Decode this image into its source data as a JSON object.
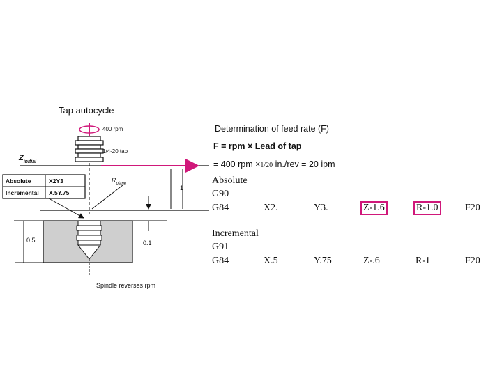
{
  "diagram": {
    "title": "Tap autocycle",
    "spindle_speed": "400 rpm",
    "tap_size": "1/4-20 tap",
    "z_initial": "Z",
    "z_initial_sub": "initial",
    "r_plane": "R",
    "r_plane_sub": "plane",
    "table": [
      {
        "mode": "Absolute",
        "value": "X2Y3"
      },
      {
        "mode": "Incremental",
        "value": "X.5Y.75"
      }
    ],
    "dim_one": "1",
    "dim_depth": "0.5",
    "dim_clearance": "0.1",
    "reverse_label": "Spindle reverses rpm"
  },
  "feed": {
    "heading": "Determination of feed rate (F)",
    "formula": "F = rpm × Lead of tap",
    "result_pre": "= 400 rpm ×",
    "result_lead": "1/20",
    "result_post": "in./rev = 20 ipm"
  },
  "program": {
    "absolute": {
      "title": "Absolute",
      "gcode": "G90",
      "cycle": "G84",
      "x": "X2.",
      "y": "Y3.",
      "z": "Z-1.6",
      "r": "R-1.0",
      "f": "F20"
    },
    "incremental": {
      "title": "Incremental",
      "gcode": "G91",
      "cycle": "G84",
      "x": "X.5",
      "y": "Y.75",
      "z": "Z-.6",
      "r": "R-1",
      "f": "F20"
    }
  },
  "colors": {
    "highlight": "#d0187a",
    "ink": "#111111"
  }
}
